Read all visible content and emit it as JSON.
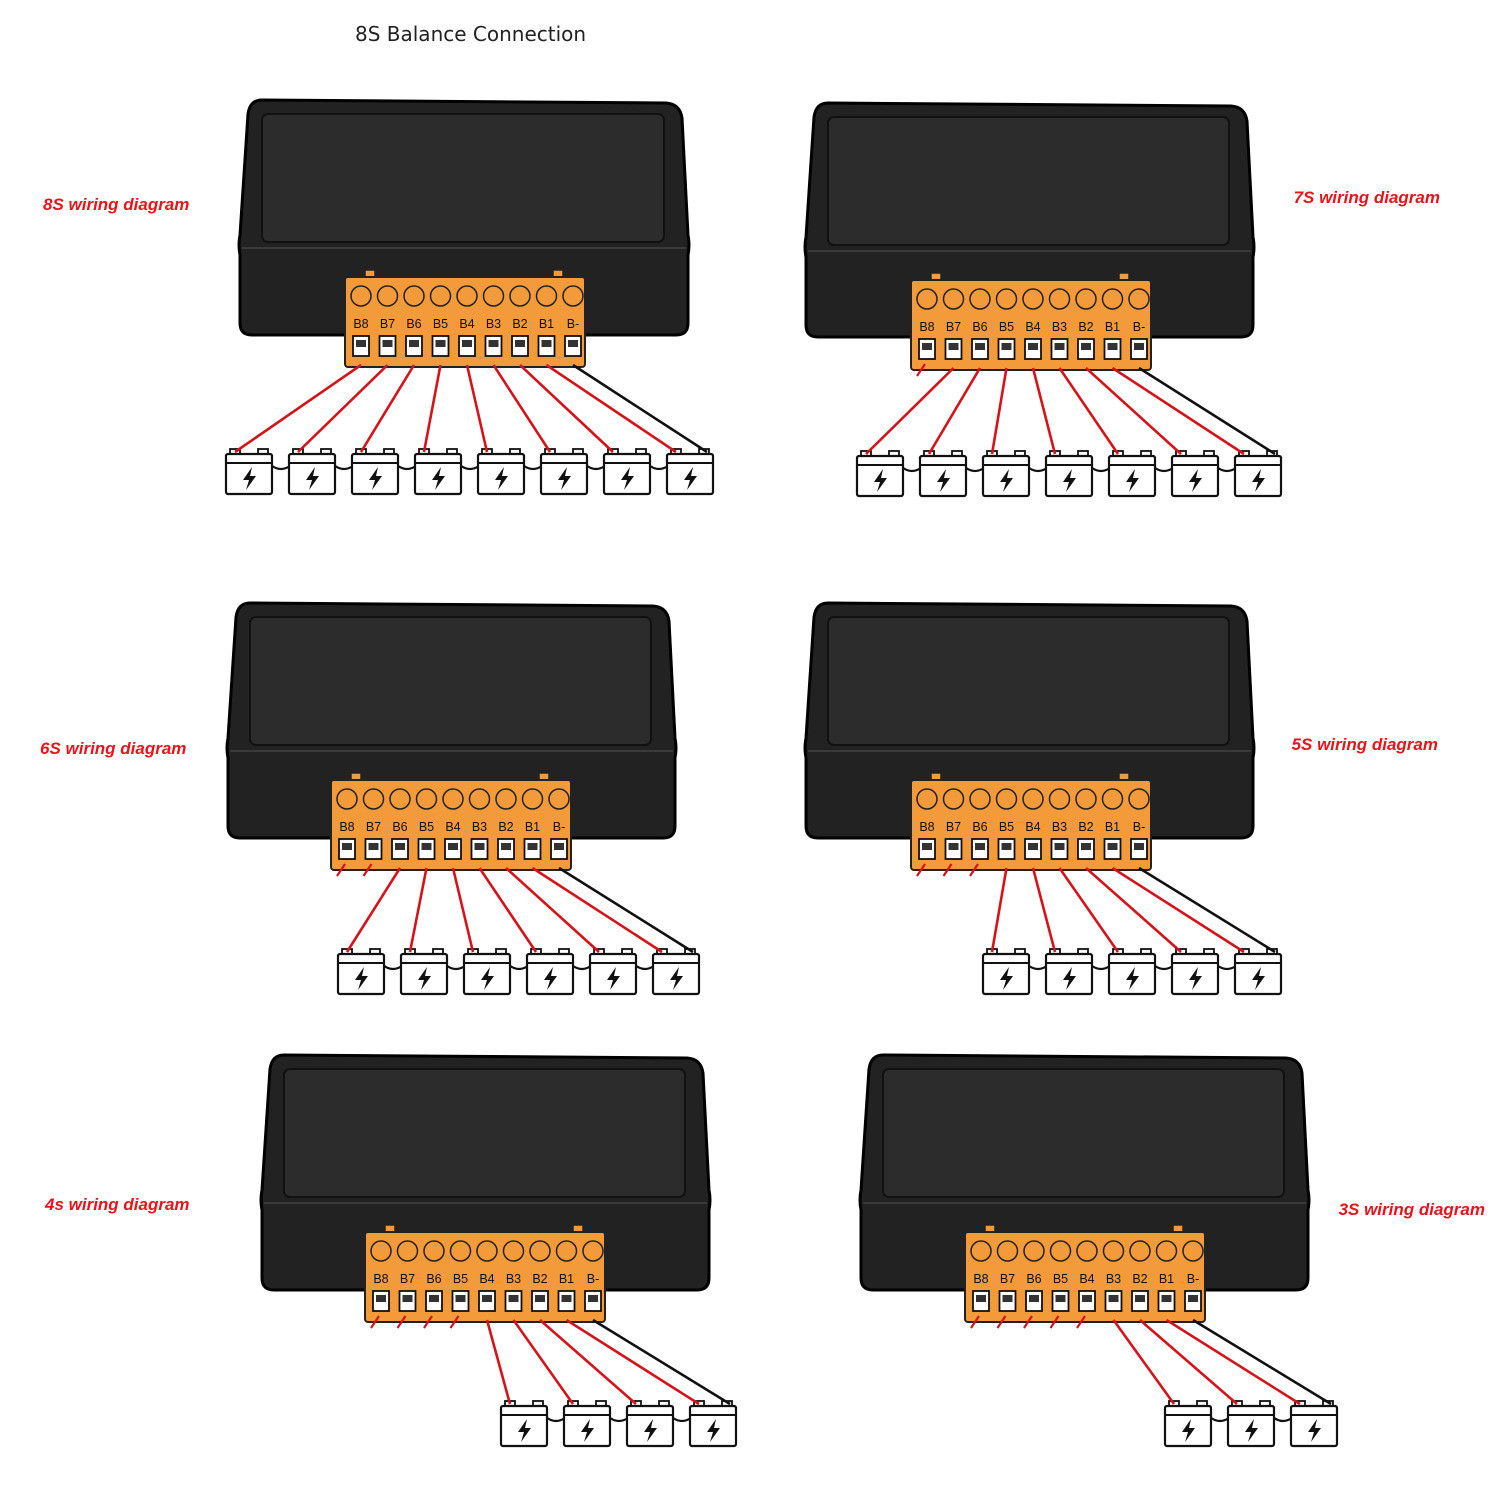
{
  "title": "8S Balance Connection",
  "colors": {
    "label": "#e8141c",
    "wire_positive": "#d4141a",
    "wire_negative": "#111111",
    "connector": "#f39b3a",
    "enclosure": "#222222"
  },
  "pin_labels": [
    "B8",
    "B7",
    "B6",
    "B5",
    "B4",
    "B3",
    "B2",
    "B1",
    "B-"
  ],
  "diagrams": [
    {
      "label": "8S wiring diagram",
      "cells": 8,
      "battery_icon": "battery-icon"
    },
    {
      "label": "7S wiring diagram",
      "cells": 7,
      "battery_icon": "battery-icon"
    },
    {
      "label": "6S wiring diagram",
      "cells": 6,
      "battery_icon": "battery-icon"
    },
    {
      "label": "5S wiring diagram",
      "cells": 5,
      "battery_icon": "battery-icon"
    },
    {
      "label": "4s wiring diagram",
      "cells": 4,
      "battery_icon": "battery-icon"
    },
    {
      "label": "3S wiring diagram",
      "cells": 3,
      "battery_icon": "battery-icon"
    }
  ]
}
